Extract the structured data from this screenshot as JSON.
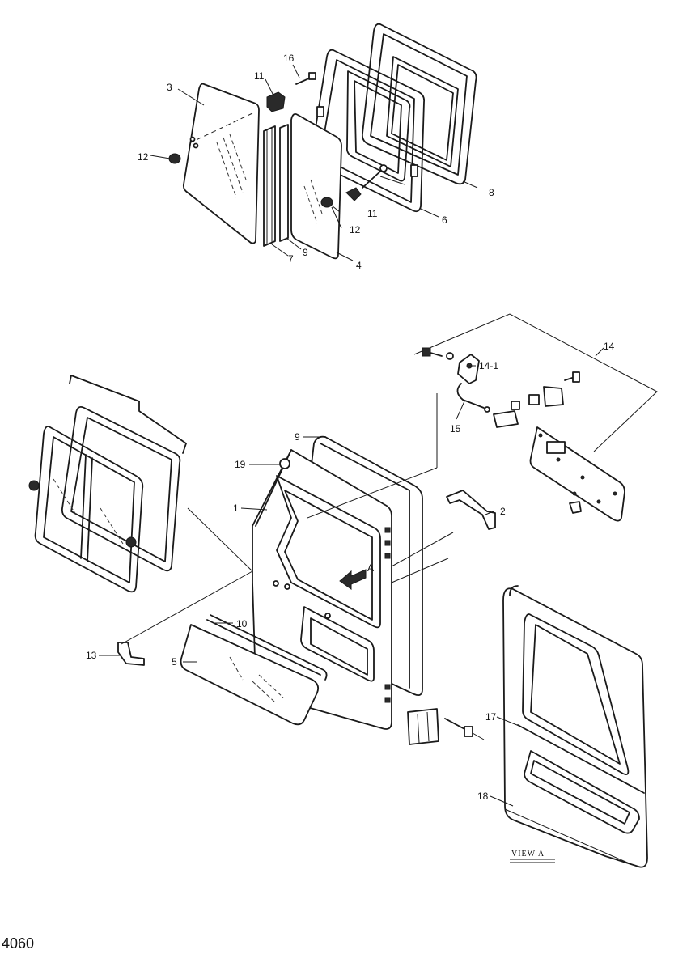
{
  "labels": {
    "p1": "1",
    "p2": "2",
    "p3": "3",
    "p4": "4",
    "p5": "5",
    "p6": "6",
    "p7": "7",
    "p8": "8",
    "p9a": "9",
    "p9b": "9",
    "p10": "10",
    "p11a": "11",
    "p11b": "11",
    "p12a": "12",
    "p12b": "12",
    "p13": "13",
    "p14": "14",
    "p14_1": "14-1",
    "p15": "15",
    "p16": "16",
    "p17": "17",
    "p18": "18",
    "p19": "19",
    "arrow_a": "A"
  },
  "view_label": "VIEW A",
  "page_number": "4060"
}
